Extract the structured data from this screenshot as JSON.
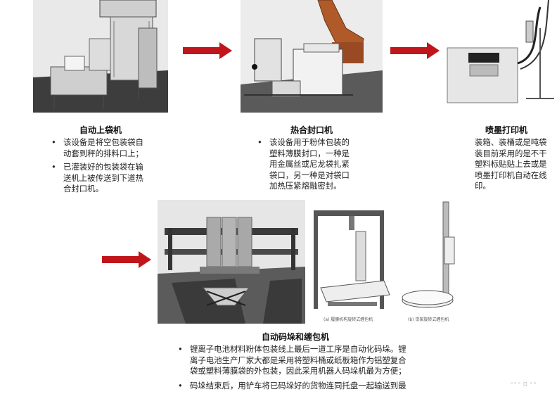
{
  "stations": [
    {
      "title": "自动上袋机",
      "bullets": [
        [
          "该设备是将空包装袋自",
          "动套到秤的排料口上；"
        ],
        [
          "已灌装好的包装袋在输",
          "送机上被传送到下道热",
          "合封口机。"
        ]
      ]
    },
    {
      "title": "热合封口机",
      "bullets": [
        [
          "该设备用于粉体包装的",
          "塑料薄膜封口，一种是",
          "用金属丝或尼龙袋扎紧",
          "袋口，另一种是对袋口",
          "加热压紧熔融密封。"
        ]
      ]
    },
    {
      "title": "喷墨打印机",
      "bullets": [
        [
          "装箱、装桶或是吨袋",
          "装目前采用的是不干",
          "塑料标贴贴上去或是",
          "喷墨打印机自动在线",
          "印。"
        ]
      ]
    }
  ],
  "bottom": {
    "title": "自动码垛和缠包机",
    "captions": [
      "(a) 履膜机构旋转式缠包机",
      "(b) 货架旋转式缠包机"
    ],
    "bullets": [
      [
        "锂离子电池材料粉体包装线上最后一道工序是自动化码垛。锂",
        "离子电池生产厂家大都是采用将塑料桶或纸板箱作为铝塑复合",
        "袋或塑料薄膜袋的外包装，因此采用机器人码垛机最为方便；"
      ],
      [
        "码垛结束后，用铲车将已码垛好的货物连同托盘一起输送到最"
      ]
    ]
  },
  "bullet_symbol": "•",
  "colors": {
    "arrow": "#c0161b"
  },
  "watermark": "◦◦◦  ▫ ◦◦"
}
